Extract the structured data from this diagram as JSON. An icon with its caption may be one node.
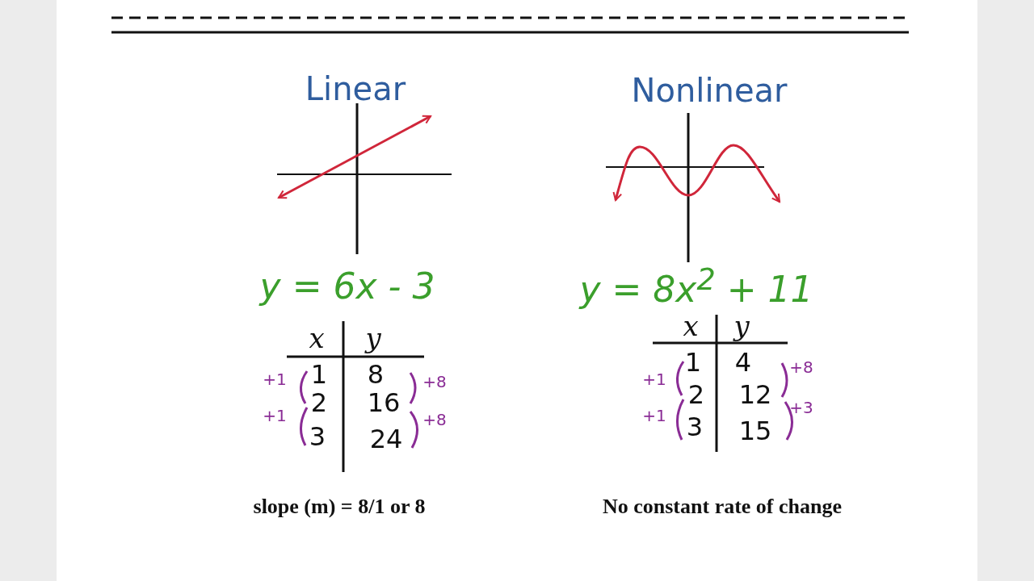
{
  "diagram": {
    "labels": [
      "Linear",
      "Nonlinear",
      "y = 6x - 3",
      "y = 8x$^{2}$ + 11",
      "x",
      "y",
      "1",
      "8",
      "2",
      "16",
      "3",
      "24",
      "+1",
      "+1",
      "+8",
      "+8",
      "x",
      "y",
      "1",
      "4",
      "2",
      "12",
      "3",
      "15",
      "+1",
      "+1",
      "+8",
      "+3",
      "slope (m) = 8/1 or 8",
      "No constant rate of change"
    ]
  }
}
